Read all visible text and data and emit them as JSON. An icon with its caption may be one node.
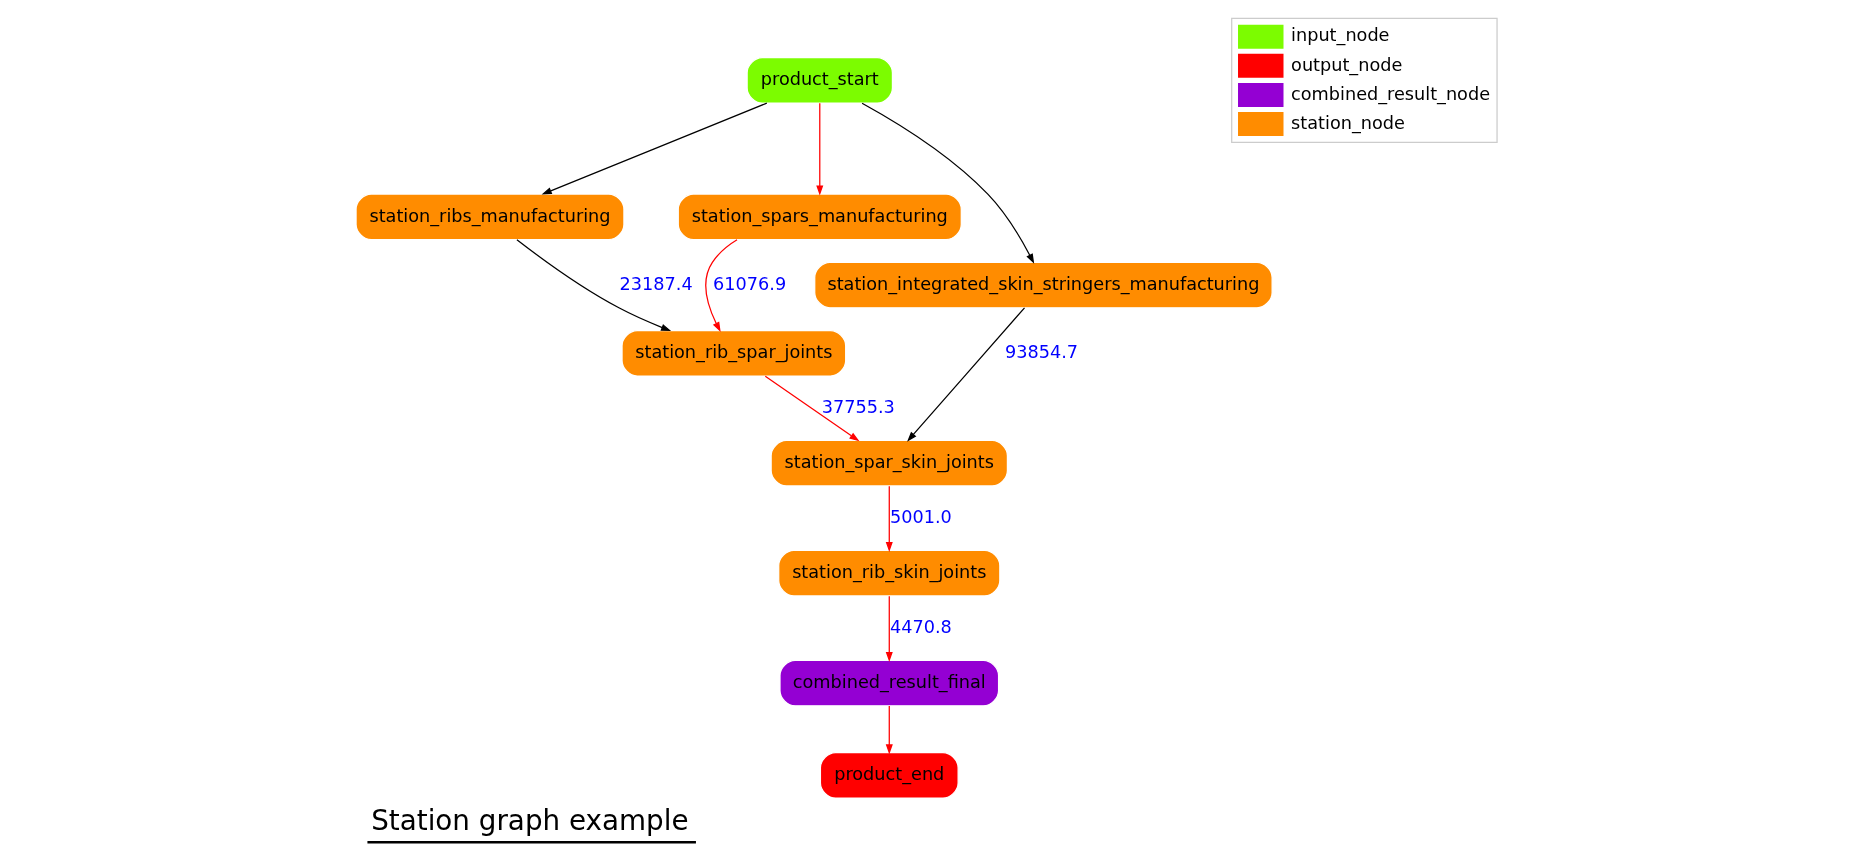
{
  "diagram": {
    "title": "Station graph example",
    "nodes": [
      {
        "text": [
          "product_start"
        ]
      },
      {
        "text": [
          "station_ribs_manufacturing"
        ]
      },
      {
        "text": [
          "station_spars_manufacturing"
        ]
      },
      {
        "text": [
          "station_rib_spar_joints"
        ]
      },
      {
        "text": [
          "station_integrated_skin_stringers_manufacturing"
        ]
      },
      {
        "text": [
          "station_spar_skin_joints"
        ]
      },
      {
        "text": [
          "station_rib_skin_joints"
        ]
      },
      {
        "text": [
          "combined_result_final"
        ]
      },
      {
        "text": [
          "product_end"
        ]
      }
    ],
    "edges": [
      {
        "from": 0,
        "to": 1,
        "arrow": "to",
        "color": "#000000"
      },
      {
        "from": 0,
        "to": 2,
        "arrow": "to"
      },
      {
        "from": 0,
        "to": 4,
        "arrow": "to",
        "color": "#000000"
      },
      {
        "from": 1,
        "to": 3,
        "arrow": "to",
        "label": "23187.4",
        "color": "#000000"
      },
      {
        "from": 2,
        "to": 3,
        "arrow": "to",
        "label": "61076.9"
      },
      {
        "from": 3,
        "to": 5,
        "arrow": "to",
        "label": "37755.3"
      },
      {
        "from": 4,
        "to": 5,
        "arrow": "to",
        "label": "93854.7",
        "color": "#000000"
      },
      {
        "from": 5,
        "to": 6,
        "arrow": "to",
        "label": "5001.0"
      },
      {
        "from": 6,
        "to": 7,
        "arrow": "to",
        "label": "4470.8"
      },
      {
        "from": 7,
        "to": 8,
        "arrow": "to"
      }
    ],
    "legend": [
      {
        "text": "input_node",
        "color": "#7cfc00"
      },
      {
        "text": "output_node",
        "color": "#ff0000"
      },
      {
        "text": "combined_result_node",
        "color": "#9400d3"
      },
      {
        "text": "station_node",
        "color": "#ff8c00"
      }
    ]
  }
}
